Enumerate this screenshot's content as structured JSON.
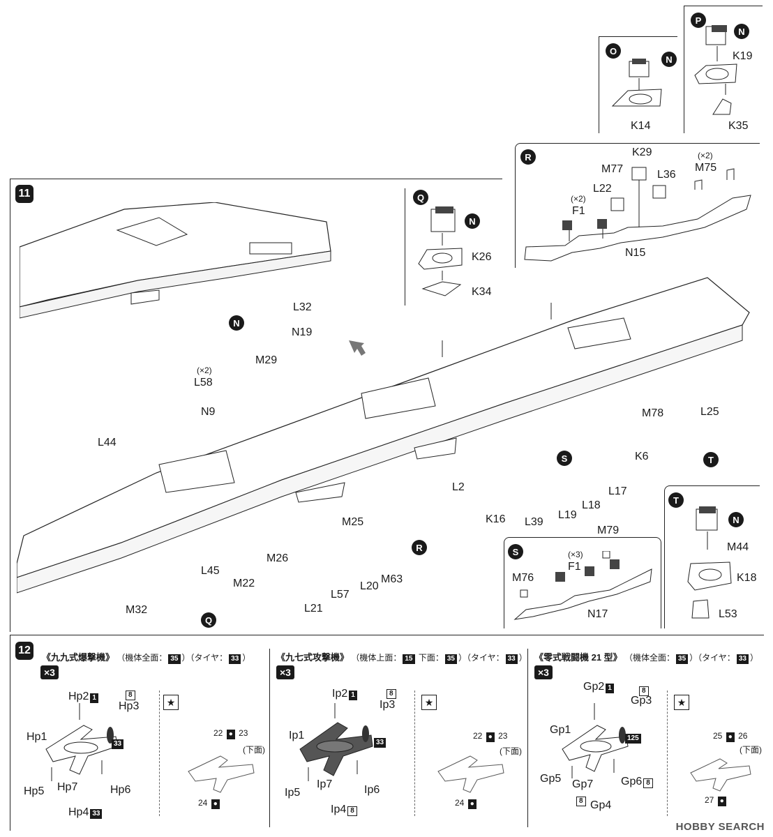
{
  "step11": {
    "number": "11"
  },
  "step12": {
    "number": "12"
  },
  "panels": {
    "O": {
      "letter": "O",
      "n": "N",
      "part": "K14"
    },
    "P": {
      "letter": "P",
      "n": "N",
      "part1": "K19",
      "part2": "K35"
    },
    "Q_top": {
      "letter": "Q",
      "n": "N",
      "part1": "K26",
      "part2": "K34"
    },
    "R": {
      "letter": "R",
      "parts": [
        "K29",
        "M77",
        "(×2)",
        "M75",
        "L22",
        "L36",
        "(×2)",
        "F1",
        "N15"
      ]
    },
    "S": {
      "letter": "S",
      "parts": [
        "M79",
        "(×3)",
        "F1",
        "M76",
        "N17"
      ]
    },
    "T": {
      "letter": "T",
      "n": "N",
      "parts": [
        "M44",
        "K18",
        "L53"
      ]
    }
  },
  "main_labels": {
    "L32": "L32",
    "N19": "N19",
    "M29": "M29",
    "x2": "(×2)",
    "L58": "L58",
    "N9": "N9",
    "L44": "L44",
    "L25": "L25",
    "M78": "M78",
    "K6": "K6",
    "L2": "L2",
    "K16": "K16",
    "L17": "L17",
    "L18": "L18",
    "L19": "L19",
    "L39": "L39",
    "M25": "M25",
    "M26": "M26",
    "L45": "L45",
    "M22": "M22",
    "M32": "M32",
    "L21": "L21",
    "L57": "L57",
    "L20": "L20",
    "M63": "M63",
    "N": "N",
    "S": "S",
    "T": "T",
    "R": "R",
    "Q": "Q"
  },
  "aircraft": [
    {
      "title": "《九九式爆撃機》",
      "note_parts": [
        "（機体全面：",
        "35",
        "）（タイヤ：",
        "33",
        "）"
      ],
      "count": "×3",
      "parts": [
        "Hp2",
        "1",
        "8",
        "Hp3",
        "Hp1",
        "33",
        "Hp5",
        "Hp7",
        "Hp6",
        "Hp4",
        "33"
      ],
      "decals": [
        "22",
        "23",
        "(下面)",
        "24"
      ]
    },
    {
      "title": "《九七式攻撃機》",
      "note_parts": [
        "（機体上面：",
        "15",
        " 下面：",
        "35",
        "）（タイヤ：",
        "33",
        "）"
      ],
      "count": "×3",
      "parts": [
        "Ip2",
        "1",
        "8",
        "Ip3",
        "Ip1",
        "33",
        "Ip5",
        "Ip7",
        "Ip6",
        "Ip4",
        "8"
      ],
      "decals": [
        "22",
        "23",
        "(下面)",
        "24"
      ]
    },
    {
      "title": "《零式戦闘機 21 型》",
      "note_parts": [
        "（機体全面：",
        "35",
        "）（タイヤ：",
        "33",
        "）"
      ],
      "count": "×3",
      "parts": [
        "Gp2",
        "1",
        "8",
        "Gp3",
        "Gp1",
        "125",
        "Gp5",
        "Gp7",
        "Gp6",
        "8",
        "8",
        "Gp4"
      ],
      "decals": [
        "25",
        "26",
        "(下面)",
        "27"
      ]
    }
  ],
  "watermark": "HOBBY SEARCH"
}
